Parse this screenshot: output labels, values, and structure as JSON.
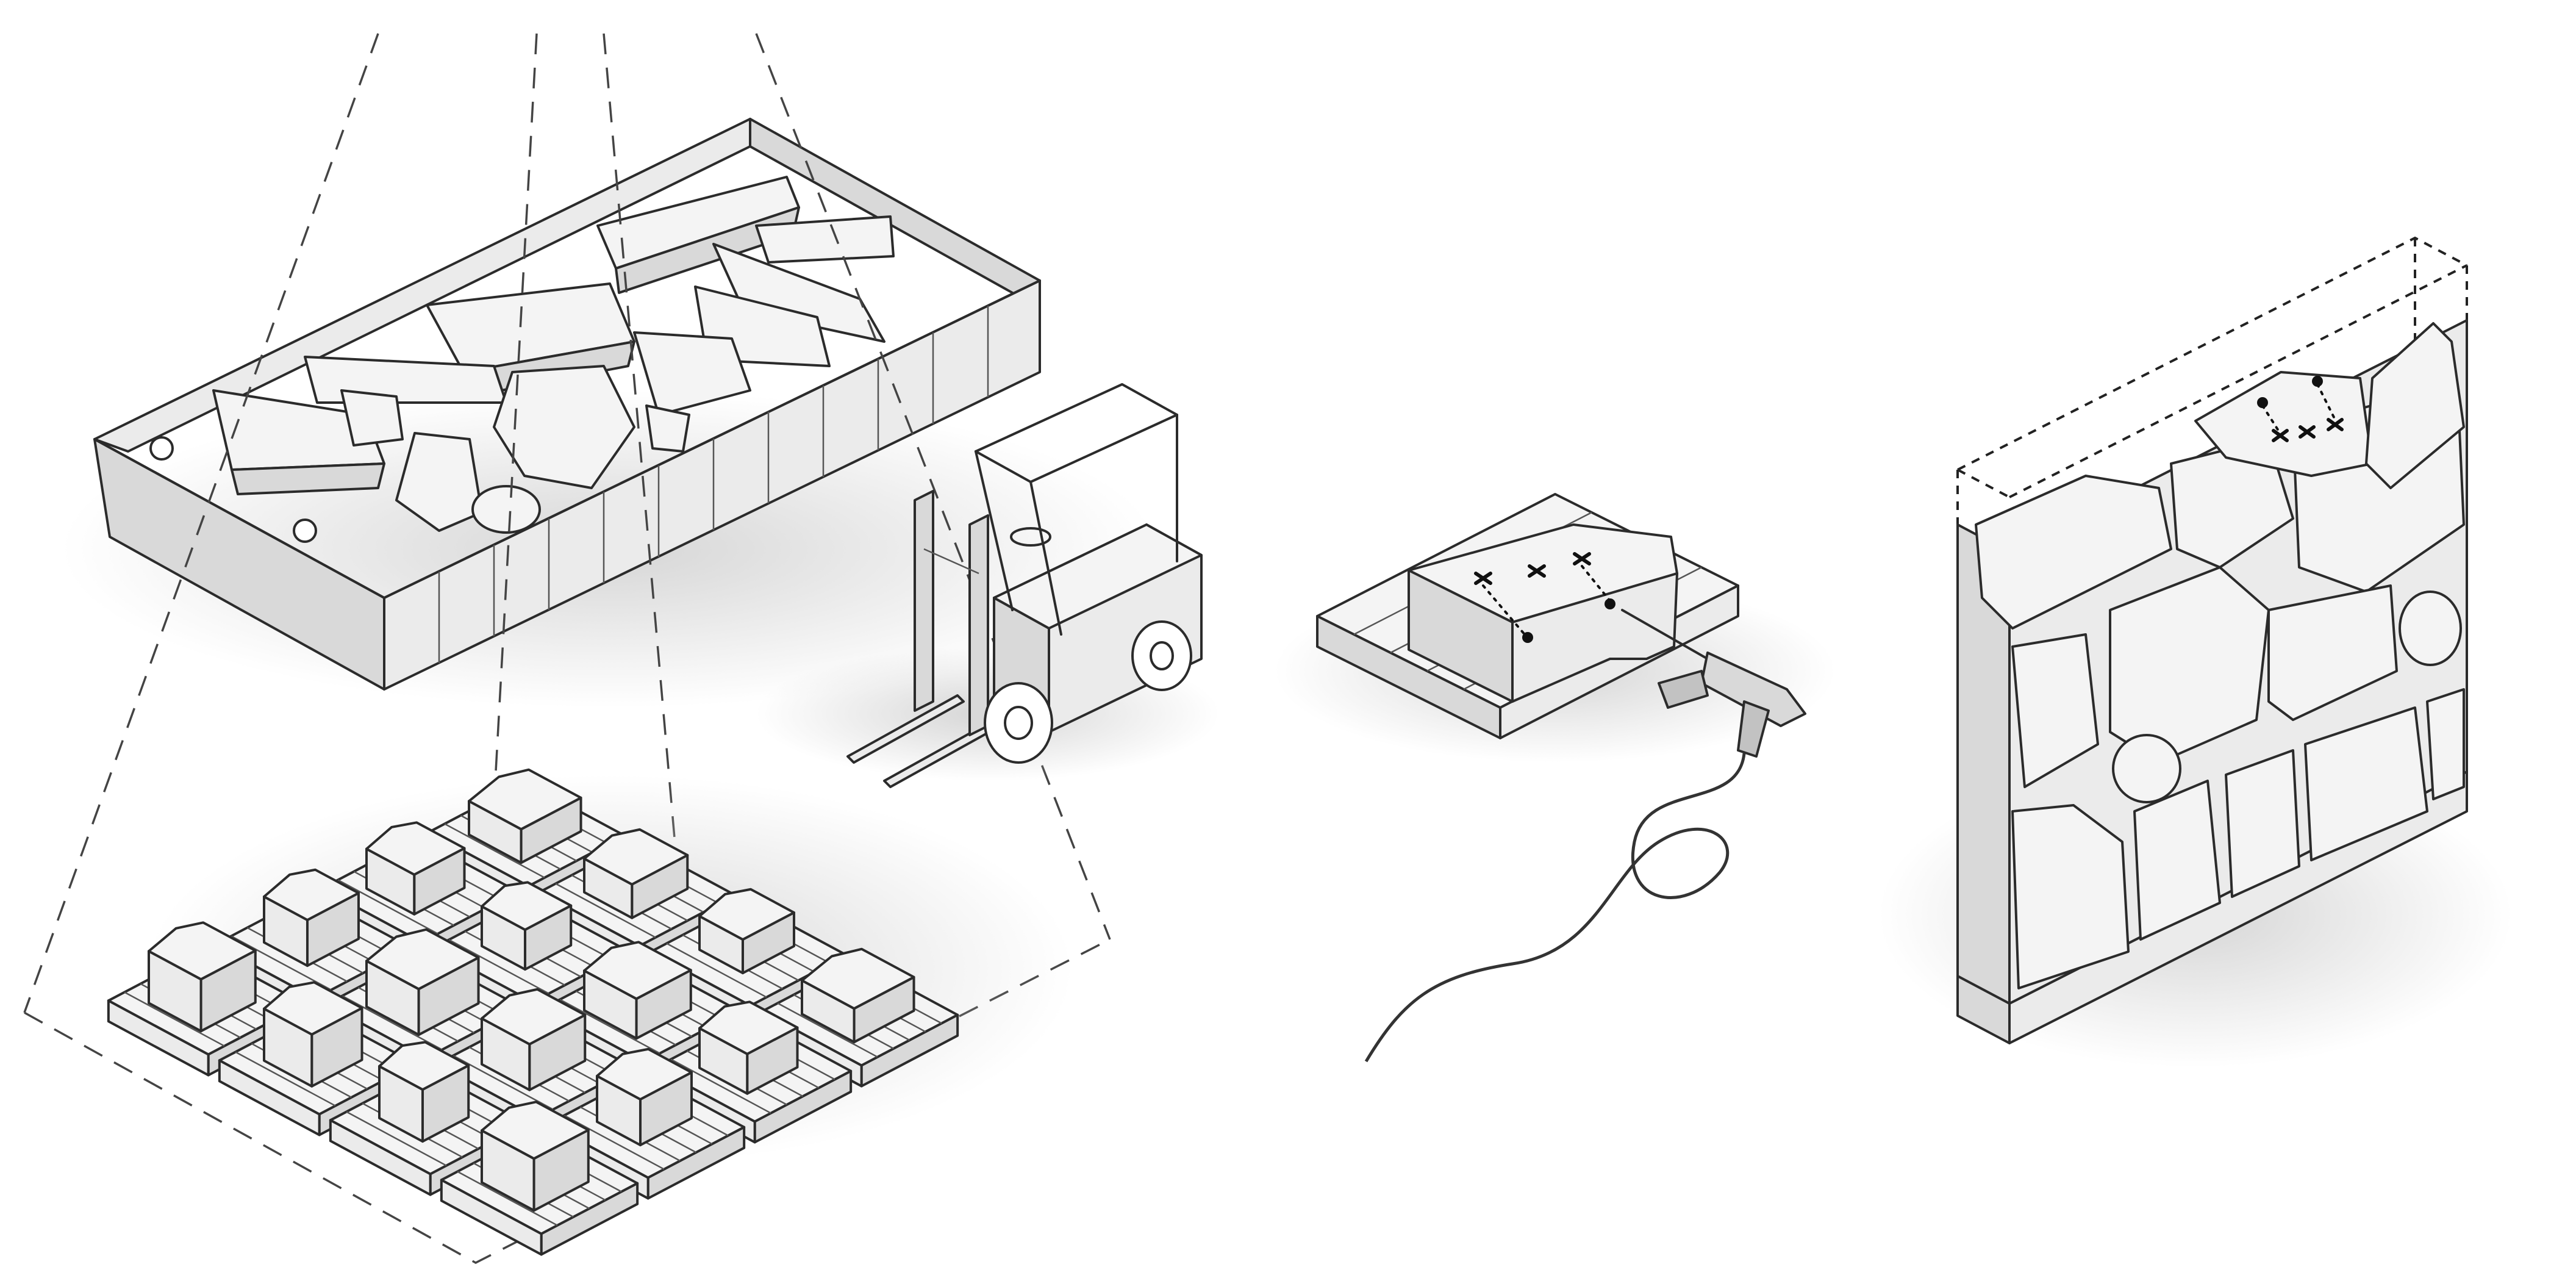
{
  "colors": {
    "background": "#ffffff",
    "line": "#2b2b2b",
    "face_top": "#f4f4f4",
    "face_left": "#d9d9d9",
    "face_right": "#ebebeb",
    "shadow": "#c8c8c8"
  },
  "stages": [
    {
      "id": "skip-container",
      "icon": "container-with-stones-icon"
    },
    {
      "id": "pallet-layout",
      "icon": "stones-on-pallets-icon"
    },
    {
      "id": "forklift",
      "icon": "forklift-icon"
    },
    {
      "id": "drilling",
      "icon": "stone-drilling-icon"
    },
    {
      "id": "stone-wall",
      "icon": "stone-wall-icon"
    }
  ],
  "pallet_grid": {
    "rows": 4,
    "cols": 4
  }
}
